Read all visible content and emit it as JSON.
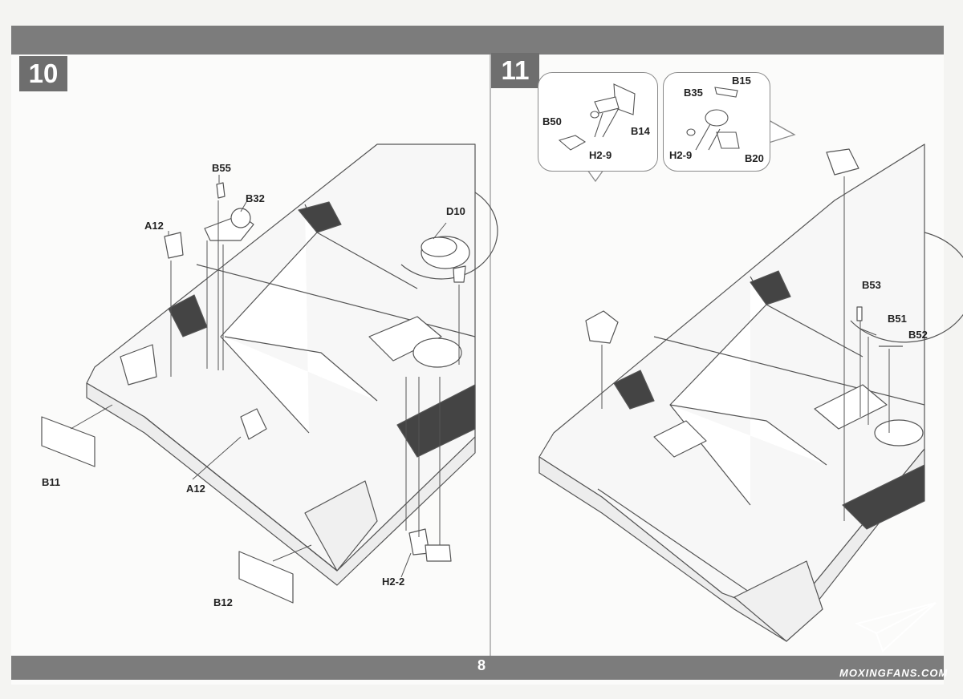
{
  "page_number": "8",
  "steps": [
    {
      "number": "10",
      "parts": {
        "b55": "B55",
        "b32": "B32",
        "a12_top": "A12",
        "d10": "D10",
        "b11": "B11",
        "a12_bottom": "A12",
        "b12": "B12",
        "h2_2": "H2-2"
      }
    },
    {
      "number": "11",
      "callout_left": {
        "b50": "B50",
        "b14": "B14",
        "h2_9": "H2-9"
      },
      "callout_right": {
        "b15": "B15",
        "b35": "B35",
        "h2_9": "H2-9",
        "b20": "B20"
      },
      "parts": {
        "b53": "B53",
        "b51": "B51",
        "b52": "B52"
      }
    }
  ],
  "watermark": "MOXINGFANS.COM",
  "colors": {
    "bar": "#7c7c7c",
    "badge": "#6e6e6e",
    "line": "#555555"
  }
}
